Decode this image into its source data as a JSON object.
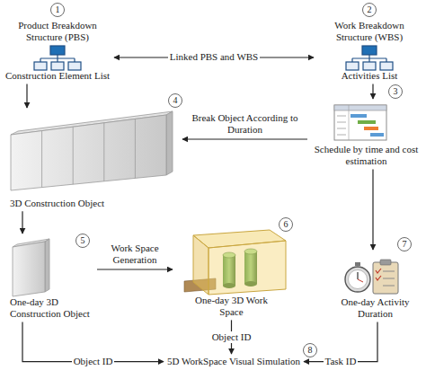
{
  "diagram": {
    "nodes": [
      {
        "text": [
          "Product Breakdown Structure (PBS)",
          "Construction Element List"
        ]
      },
      {
        "text": [
          "Work Breakdown Structure (WBS)",
          "Activities List"
        ]
      },
      {
        "text": [
          "Schedule by time and cost estimation"
        ]
      },
      {
        "text": [
          "3D Construction Object"
        ]
      },
      {
        "text": [
          "One-day 3D Construction Object"
        ]
      },
      {
        "text": [
          "One-day 3D Work Space"
        ]
      },
      {
        "text": [
          "One-day Activity Duration"
        ]
      },
      {
        "text": [
          "5D WorkSpace Visual Simulation"
        ]
      }
    ],
    "edges": [
      {
        "from": 0,
        "to": 1,
        "label": "Linked PBS and WBS",
        "arrow": "both"
      },
      {
        "from": 0,
        "to": 3,
        "arrow": "to"
      },
      {
        "from": 1,
        "to": 2,
        "arrow": "to"
      },
      {
        "from": 2,
        "to": 3,
        "label": "Break Object According to Duration",
        "arrow": "to"
      },
      {
        "from": 3,
        "to": 4,
        "arrow": "to"
      },
      {
        "from": 4,
        "to": 5,
        "label": "Work Space Generation",
        "arrow": "to"
      },
      {
        "from": 2,
        "to": 6,
        "arrow": "to"
      },
      {
        "from": 5,
        "to": 7,
        "label": "Object ID",
        "arrow": "to"
      },
      {
        "from": 4,
        "to": 7,
        "label": "Object ID",
        "arrow": "to"
      },
      {
        "from": 6,
        "to": 7,
        "label": "Task ID",
        "arrow": "to"
      }
    ],
    "labels": [
      "1",
      "2",
      "3",
      "4",
      "5",
      "6",
      "7",
      "8"
    ]
  }
}
